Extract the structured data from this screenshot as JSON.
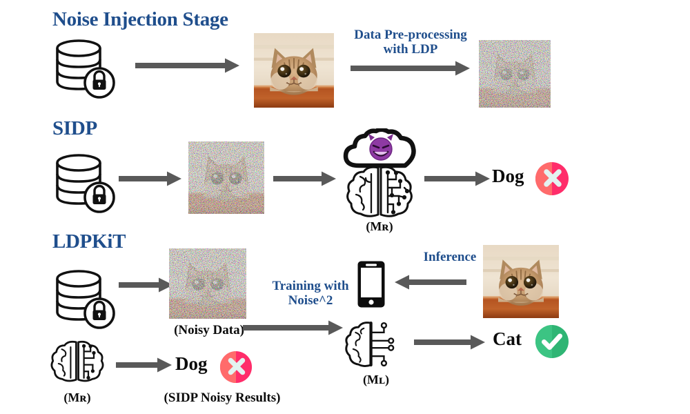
{
  "figure": {
    "type": "pipeline-diagram",
    "background": "#ffffff",
    "accent_blue": "#1f4e8c",
    "arrow_gray": "#595959",
    "error_red": "#ff2d6a",
    "error_red_light": "#ff6b6b",
    "success_green": "#2fb574",
    "devil_purple": "#7b2d8e"
  },
  "rows": [
    {
      "id": "noise-injection-stage",
      "title": "Noise Injection Stage",
      "caption": "Data Pre-processing\nwith LDP",
      "items": [
        "private-database",
        "clean-cat-image",
        "noisy-cat-image"
      ]
    },
    {
      "id": "sidp",
      "title": "SIDP",
      "model_label": "(Mʀ)",
      "prediction": "Dog",
      "prediction_status": "incorrect",
      "items": [
        "private-database",
        "noisy-cat-image",
        "remote-model-cloud",
        "prediction"
      ]
    },
    {
      "id": "ldpkit",
      "title": "LDPKiT",
      "noisy_data_label": "(Noisy Data)",
      "training_label": "Training with\nNoise^2",
      "inference_label": "Inference",
      "remote_model_label": "(Mʀ)",
      "local_model_label": "(Mʟ)",
      "sidp_results_label": "(SIDP Noisy Results)",
      "remote_prediction": "Dog",
      "remote_prediction_status": "incorrect",
      "local_prediction": "Cat",
      "local_prediction_status": "correct"
    }
  ],
  "icons": {
    "database": "database-lock-icon",
    "brain_ai": "ai-brain-icon",
    "brain_local": "local-ai-brain-icon",
    "cloud": "cloud-icon",
    "devil": "devil-emoji-icon",
    "phone": "smartphone-icon",
    "cross": "cross-mark-icon",
    "check": "check-mark-icon",
    "arrow": "arrow-right-icon"
  },
  "images": {
    "clean_cat": "cat-peeking-over-table-photo",
    "noisy_cat_strong": "noisy-cat-photo-heavy-ldp-noise",
    "noisy_cat_medium": "noisy-cat-photo-ldp-noise"
  }
}
